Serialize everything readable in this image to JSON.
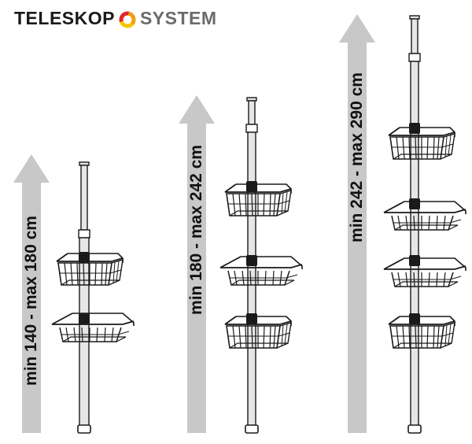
{
  "brand": {
    "word_left": "TELESKOP",
    "word_right": "SYSTEM",
    "logo_colors": [
      "#e0262b",
      "#f39c12",
      "#f7c500"
    ]
  },
  "arrows": [
    {
      "label": "min 140 - max 180 cm"
    },
    {
      "label": "min 180 - max 242 cm"
    },
    {
      "label": "min 242 - max 290 cm"
    }
  ],
  "colors": {
    "arrow": "#c8c8c8",
    "line": "#1a1a1a",
    "pole_fill": "#e6e6e6"
  }
}
